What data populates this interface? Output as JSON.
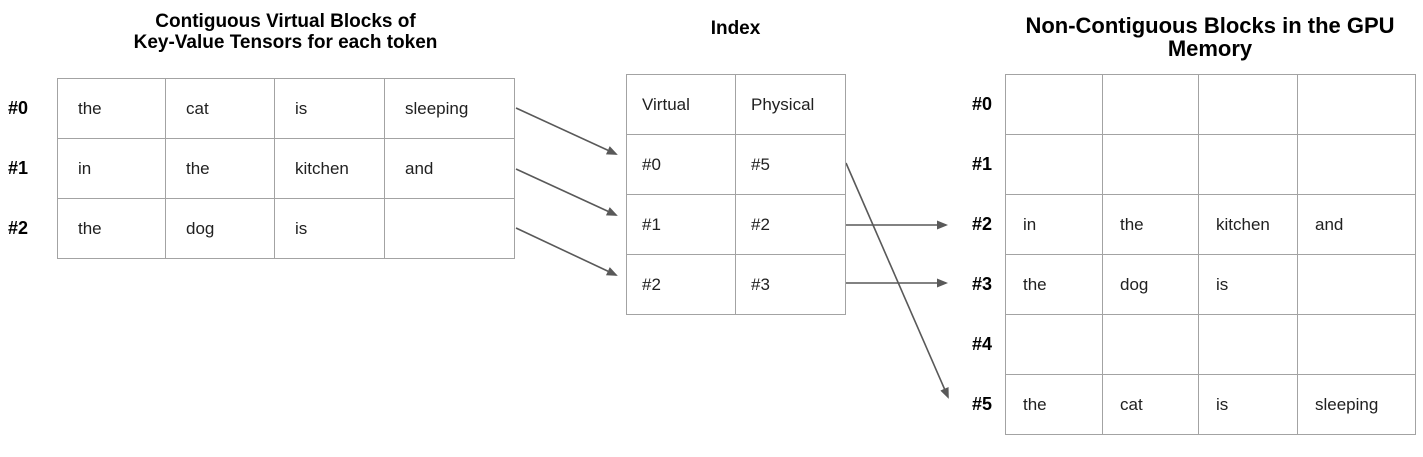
{
  "titles": {
    "left_line1": "Contiguous Virtual Blocks of",
    "left_line2": "Key-Value Tensors for each token",
    "index": "Index",
    "right": "Non-Contiguous Blocks in the GPU Memory"
  },
  "virtual_table": {
    "row_labels": [
      "#0",
      "#1",
      "#2"
    ],
    "rows": [
      [
        "the",
        "cat",
        "is",
        "sleeping"
      ],
      [
        "in",
        "the",
        "kitchen",
        "and"
      ],
      [
        "the",
        "dog",
        "is",
        ""
      ]
    ]
  },
  "index_table": {
    "headers": [
      "Virtual",
      "Physical"
    ],
    "rows": [
      [
        "#0",
        "#5"
      ],
      [
        "#1",
        "#2"
      ],
      [
        "#2",
        "#3"
      ]
    ]
  },
  "gpu_table": {
    "row_labels": [
      "#0",
      "#1",
      "#2",
      "#3",
      "#4",
      "#5"
    ],
    "rows": [
      [
        "",
        "",
        "",
        ""
      ],
      [
        "",
        "",
        "",
        ""
      ],
      [
        "in",
        "the",
        "kitchen",
        "and"
      ],
      [
        "the",
        "dog",
        "is",
        ""
      ],
      [
        "",
        "",
        "",
        ""
      ],
      [
        "the",
        "cat",
        "is",
        "sleeping"
      ]
    ]
  },
  "mappings": {
    "virtual_to_index": [
      {
        "from": "virtual-row-0",
        "to": "index-row-0"
      },
      {
        "from": "virtual-row-1",
        "to": "index-row-1"
      },
      {
        "from": "virtual-row-2",
        "to": "index-row-2"
      }
    ],
    "index_to_gpu": [
      {
        "from": "index-row-0",
        "to": "gpu-row-5"
      },
      {
        "from": "index-row-1",
        "to": "gpu-row-2"
      },
      {
        "from": "index-row-2",
        "to": "gpu-row-3"
      }
    ]
  },
  "colors": {
    "border": "#a3a3a3",
    "arrow": "#595959",
    "text": "#212121",
    "label": "#000000"
  }
}
